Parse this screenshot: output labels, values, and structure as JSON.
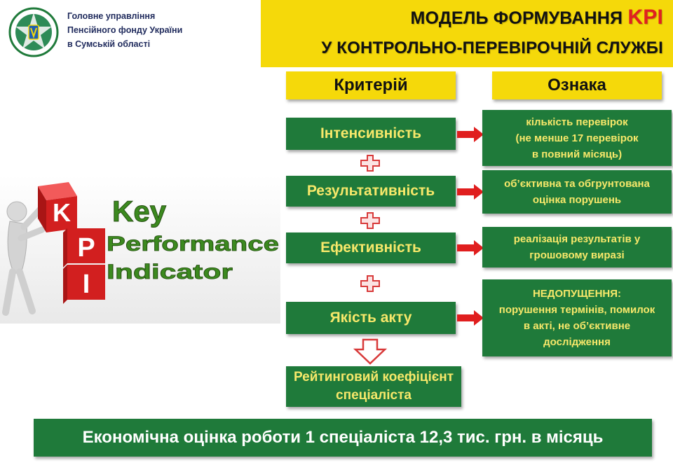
{
  "header": {
    "org_line1": "Головне управління",
    "org_line2": "Пенсійного фонду України",
    "org_line3": "в Сумській області",
    "title_line1_prefix": "МОДЕЛЬ ФОРМУВАННЯ ",
    "title_line1_accent": "KPI",
    "title_line2": "У КОНТРОЛЬНО-ПЕРЕВІРОЧНІЙ СЛУЖБІ"
  },
  "columns": {
    "criterion": "Критерій",
    "feature": "Ознака"
  },
  "criteria": [
    {
      "label": "Інтенсивність"
    },
    {
      "label": "Результативність"
    },
    {
      "label": "Ефективність"
    },
    {
      "label": "Якість акту"
    }
  ],
  "features": [
    {
      "lines": [
        "кількість перевірок",
        "(не менше 17 перевірок",
        "в повний місяць)"
      ]
    },
    {
      "lines": [
        "об’єктивна та обгрунтована",
        "оцінка порушень"
      ]
    },
    {
      "lines": [
        "реалізація результатів у",
        "грошовому виразі"
      ]
    },
    {
      "lines": [
        "НЕДОПУЩЕННЯ:",
        "порушення термінів, помилок",
        "в акті, не об’єктивне",
        "дослідження"
      ]
    }
  ],
  "result": {
    "line1": "Рейтинговий коефіцієнт",
    "line2": "спеціаліста"
  },
  "footer": "Економічна оцінка роботи 1 спеціаліста 12,3 тис. грн. в місяць",
  "illustration": {
    "cube_letters": [
      "K",
      "P",
      "I"
    ],
    "word1": "Key",
    "word2": "Performance",
    "word3": "Indicator"
  },
  "colors": {
    "yellow": "#f5d90a",
    "green": "#1f7a3a",
    "text_yellow": "#f7e86a",
    "red": "#e02020"
  },
  "icons": {
    "logo": "pension-fund-emblem",
    "connector": "red-right-arrow",
    "plus": "plus-icon",
    "down": "down-arrow-icon"
  }
}
